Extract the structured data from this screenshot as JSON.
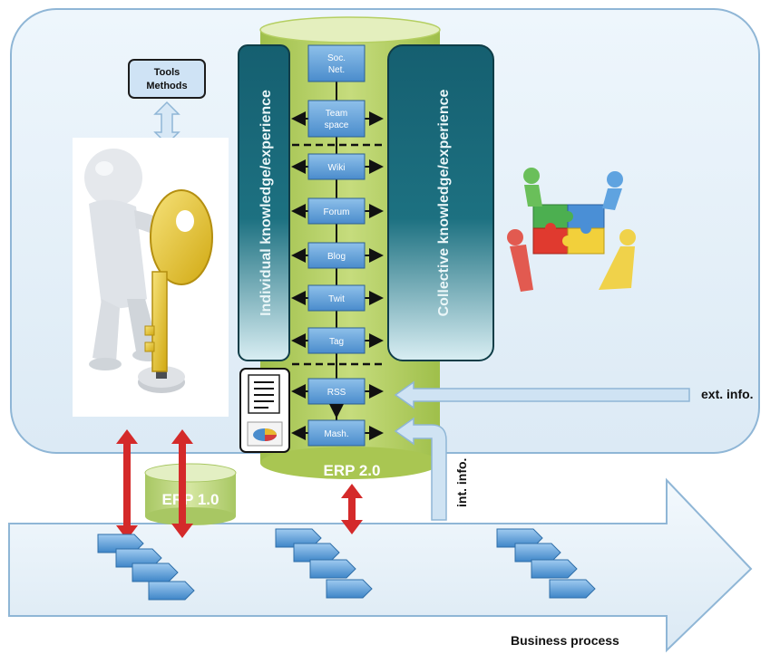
{
  "tools_box": {
    "line1": "Tools",
    "line2": "Methods"
  },
  "panels": {
    "individual": "Individual knowledge/experience",
    "collective": "Collective knowledge/experience"
  },
  "tools": [
    {
      "l1": "Soc.",
      "l2": "Net."
    },
    {
      "l1": "Team",
      "l2": "space"
    },
    {
      "l1": "Wiki",
      "l2": ""
    },
    {
      "l1": "Forum",
      "l2": ""
    },
    {
      "l1": "Blog",
      "l2": ""
    },
    {
      "l1": "Twit",
      "l2": ""
    },
    {
      "l1": "Tag",
      "l2": ""
    },
    {
      "l1": "RSS",
      "l2": ""
    },
    {
      "l1": "Mash.",
      "l2": ""
    }
  ],
  "erp2_label": "ERP 2.0",
  "erp1_label": "ERP 1.0",
  "ext_info": "ext. info.",
  "int_info": "int. info.",
  "business_process": "Business process",
  "colors": {
    "platform_border": "#8fb6d6",
    "panel_dark": "#155f70",
    "cylinder_green": "#b5cf62",
    "tool_blue": "#5b9bd5",
    "red_arrow": "#d42a2a"
  }
}
